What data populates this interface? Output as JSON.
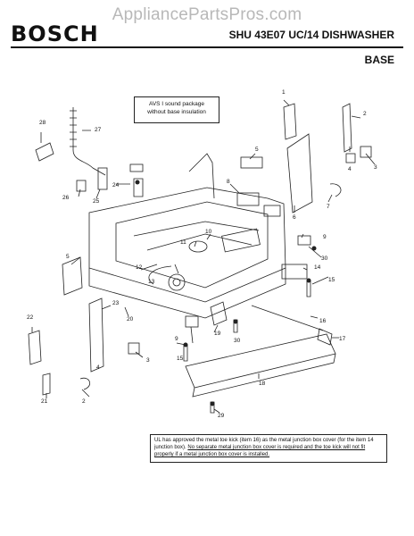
{
  "header": {
    "watermark": "AppliancePartsPros.com",
    "brand": "BOSCH",
    "model": "SHU 43E07 UC/14 DISHWASHER",
    "section": "BASE"
  },
  "notes": {
    "avs_line1": "AVS I sound package",
    "avs_line2": "without base insulation",
    "ul_part1": "UL has approved the metal toe kick (item 16) as the metal junction box cover (for the item 14 junction box). ",
    "ul_part2": "No separate metal junction box cover is required and the toe kick will not fit properly if a metal junction box cover is installed."
  },
  "callouts": [
    "1",
    "2",
    "3",
    "4",
    "5",
    "6",
    "7",
    "8",
    "9",
    "10",
    "11",
    "12",
    "13",
    "14",
    "15",
    "16",
    "17",
    "18",
    "19",
    "20",
    "21",
    "22",
    "23",
    "24",
    "25",
    "26",
    "27",
    "28",
    "29",
    "30"
  ]
}
